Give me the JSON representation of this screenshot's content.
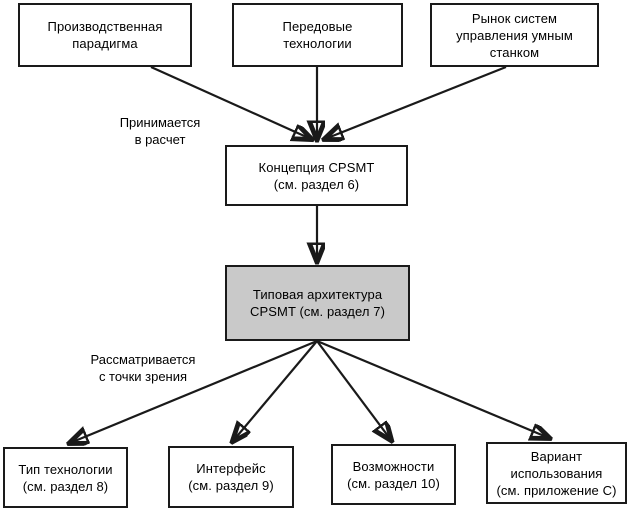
{
  "diagram": {
    "title": "CPSMT concept structure diagram",
    "background_color": "#ffffff",
    "line_color": "#1a1a1a",
    "highlight_fill": "#c9c9c9",
    "nodes": {
      "top_left": "Производственная\nпарадигма",
      "top_middle": "Передовые\nтехнологии",
      "top_right": "Рынок систем\nуправления умным\nстанком",
      "concept": "Концепция CPSMT\n(см. раздел 6)",
      "architecture": "Типовая архитектура\nCPSMT (см. раздел 7)",
      "bottom_1": "Тип технологии\n(см. раздел 8)",
      "bottom_2": "Интерфейс\n(см. раздел 9)",
      "bottom_3": "Возможности\n(см. раздел 10)",
      "bottom_4": "Вариант\nиспользования\n(см. приложение C)"
    },
    "edge_labels": {
      "taken_into_account": "Принимается\nв расчет",
      "considered_from": "Рассматривается\nс точки зрения"
    }
  }
}
